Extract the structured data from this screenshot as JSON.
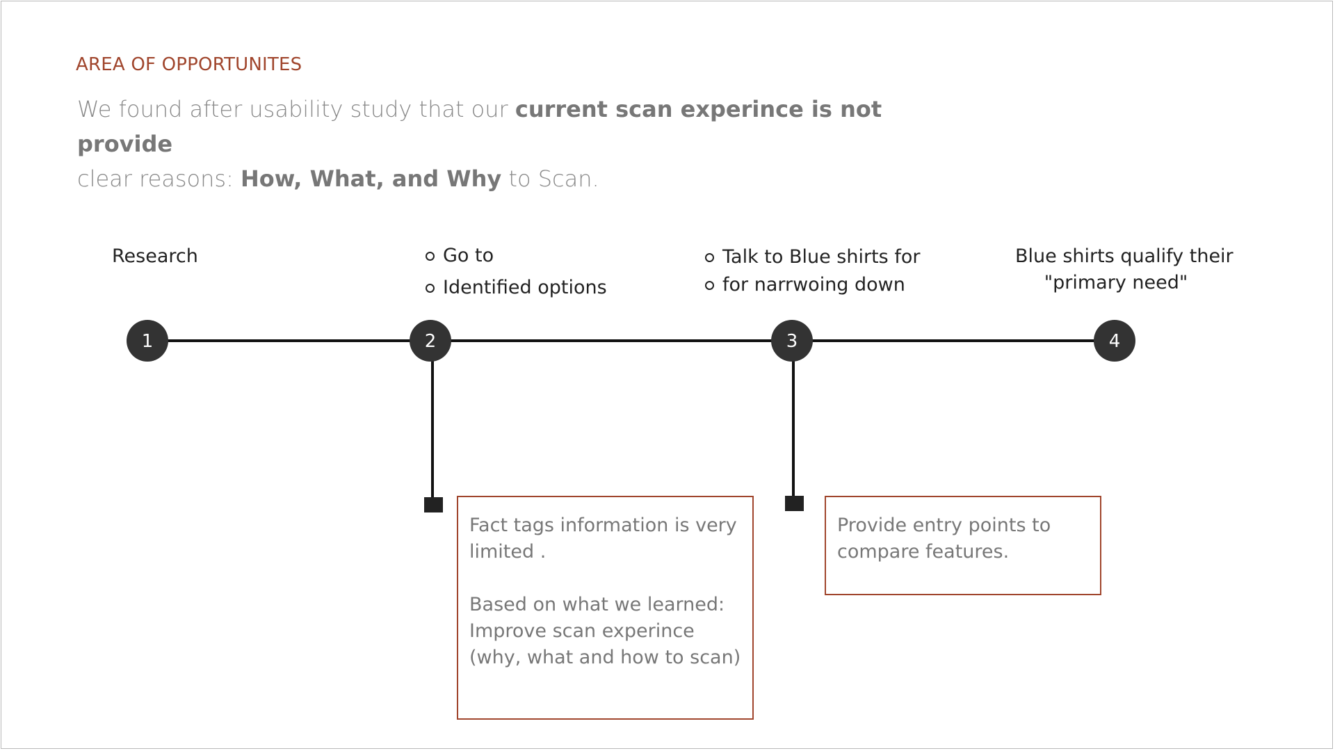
{
  "section_label": "AREA OF OPPORTUNITES",
  "intro": {
    "part1": "We found after usability study that our ",
    "bold1": "current scan experince is not provide",
    "part2": "clear reasons: ",
    "bold2": "How, What, and Why",
    "part3": " to Scan."
  },
  "steps": [
    {
      "number": "1",
      "label": "Research"
    },
    {
      "number": "2",
      "bullets": [
        "Go to",
        "Identified options"
      ]
    },
    {
      "number": "3",
      "bullets": [
        "Talk to Blue shirts for",
        "for narrwoing down"
      ]
    },
    {
      "number": "4",
      "label_lines": [
        "Blue shirts qualify their",
        "\"primary need\""
      ]
    }
  ],
  "notes": [
    {
      "paragraphs": [
        "Fact tags information is very limited .",
        "Based on what we learned: Improve scan experince (why, what and how to scan)"
      ]
    },
    {
      "paragraphs": [
        "Provide entry points to compare features."
      ]
    }
  ],
  "colors": {
    "accent": "#a0452c",
    "node": "#333333",
    "line": "#111111"
  }
}
